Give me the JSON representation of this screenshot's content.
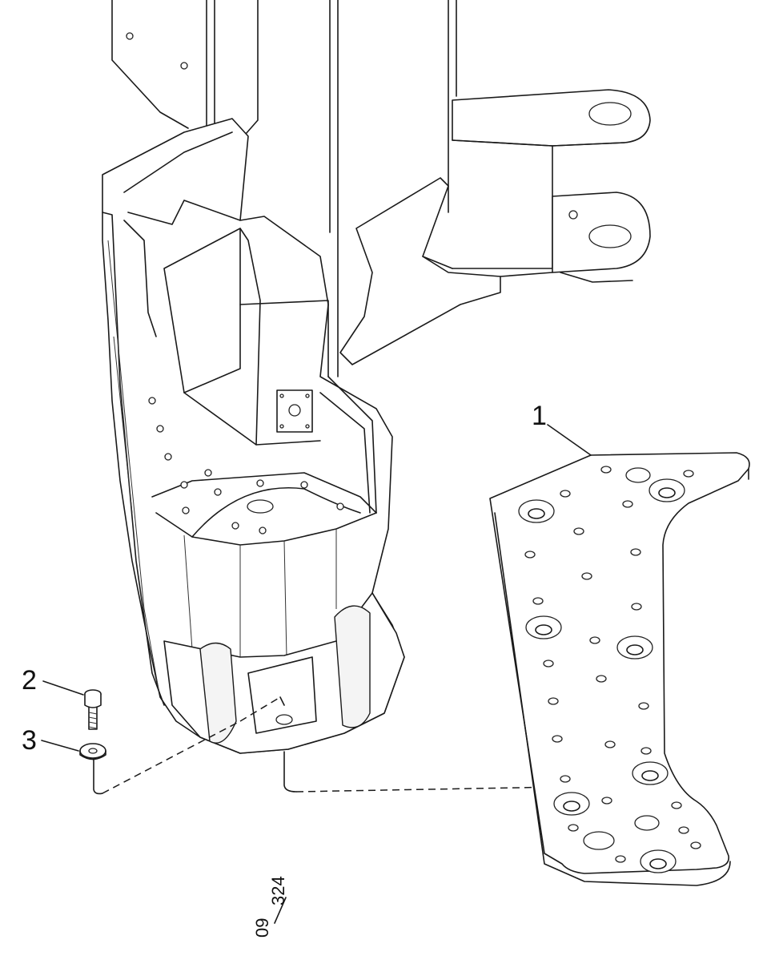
{
  "callouts": [
    {
      "id": "1",
      "label": "1",
      "part": "mounting plate"
    },
    {
      "id": "2",
      "label": "2",
      "part": "screw"
    },
    {
      "id": "3",
      "label": "3",
      "part": "washer"
    }
  ],
  "drawing_ref": {
    "prefix": "09",
    "number": "324"
  },
  "colors": {
    "line": "#1a1a1a",
    "background": "#ffffff"
  }
}
